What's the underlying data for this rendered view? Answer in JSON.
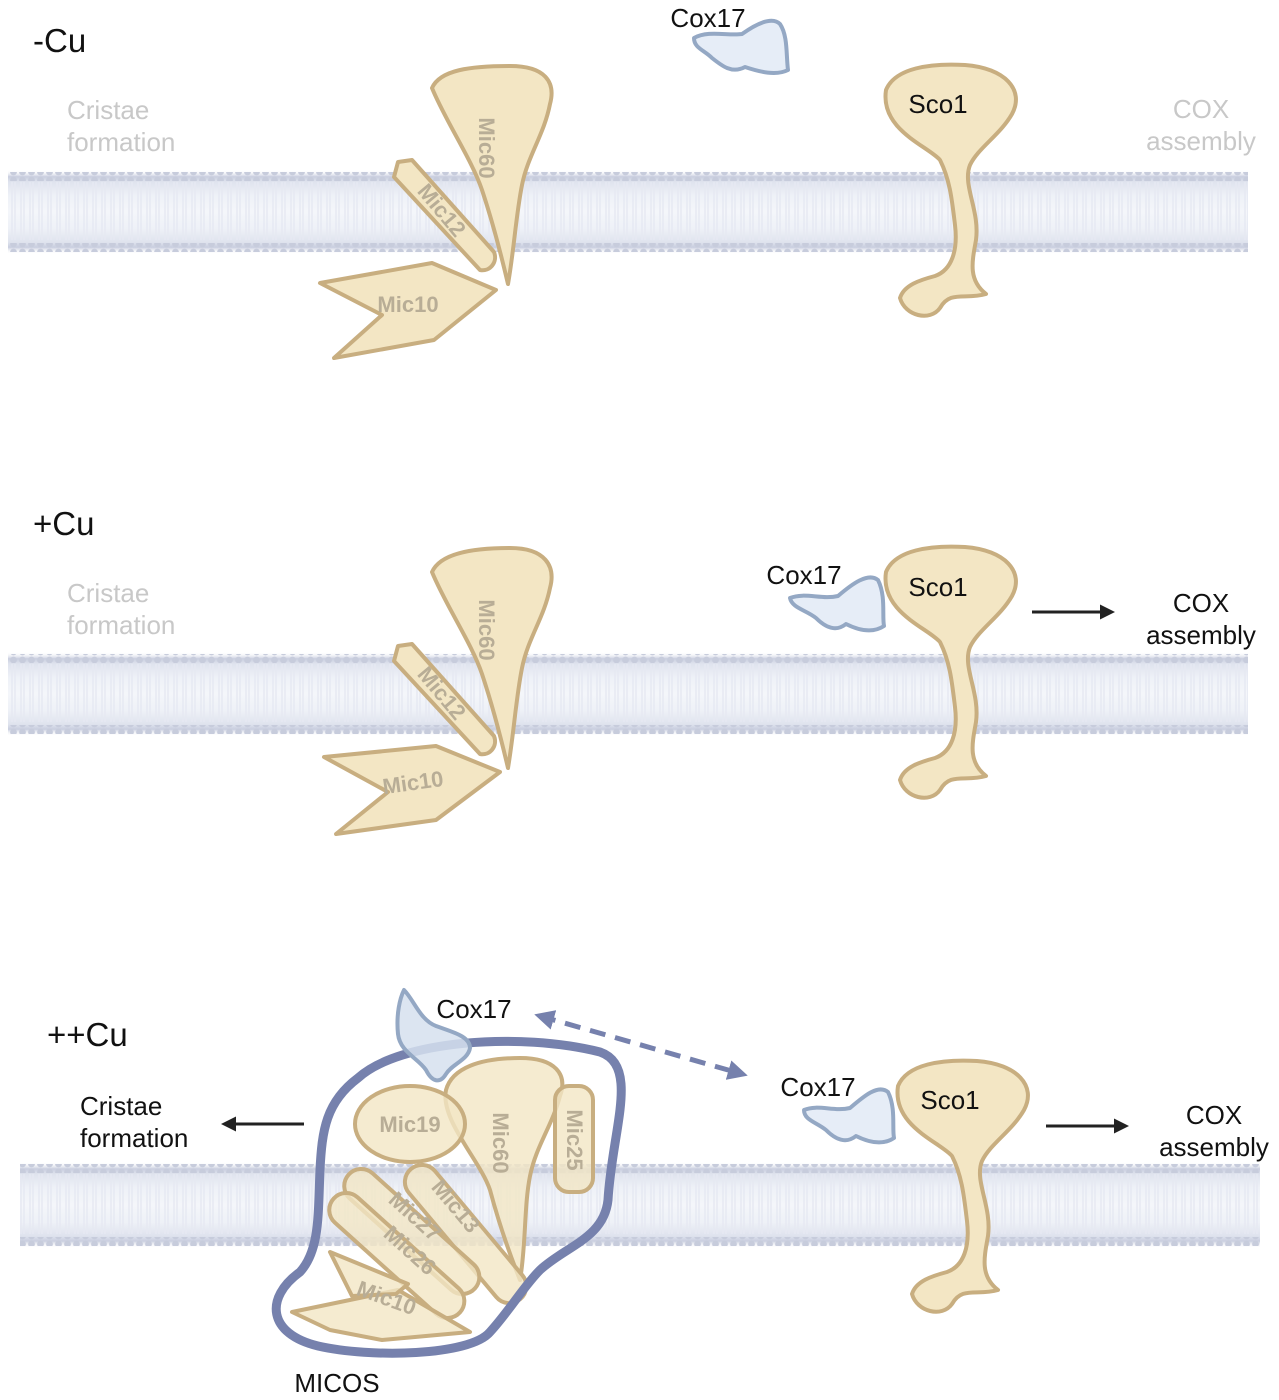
{
  "panels": {
    "minus_cu": {
      "condition": "-Cu",
      "cristae_line1": "Cristae",
      "cristae_line2": "formation",
      "cox_line1": "COX",
      "cox_line2": "assembly",
      "cox17": "Cox17",
      "sco1": "Sco1",
      "mic60": "Mic60",
      "mic12": "Mic12",
      "mic10": "Mic10"
    },
    "plus_cu": {
      "condition": "+Cu",
      "cristae_line1": "Cristae",
      "cristae_line2": "formation",
      "cox_line1": "COX",
      "cox_line2": "assembly",
      "cox17": "Cox17",
      "sco1": "Sco1",
      "mic60": "Mic60",
      "mic12": "Mic12",
      "mic10": "Mic10"
    },
    "plus_plus_cu": {
      "condition": "++Cu",
      "cristae_line1": "Cristae",
      "cristae_line2": "formation",
      "cox_line1": "COX",
      "cox_line2": "assembly",
      "cox17_bound": "Cox17",
      "cox17_free": "Cox17",
      "sco1": "Sco1",
      "mic19": "Mic19",
      "mic60": "Mic60",
      "mic25": "Mic25",
      "mic13": "Mic13",
      "mic27": "Mic27",
      "mic26": "Mic26",
      "mic10": "Mic10",
      "micos": "MICOS"
    }
  },
  "colors": {
    "protein_fill": "#f3e6c4",
    "protein_stroke": "#c8ae80",
    "cox17_stroke": "#94a8c4",
    "micos_outline": "#7681ad",
    "membrane": "#cfd4e4",
    "faded_text": "#c8c8c8"
  }
}
